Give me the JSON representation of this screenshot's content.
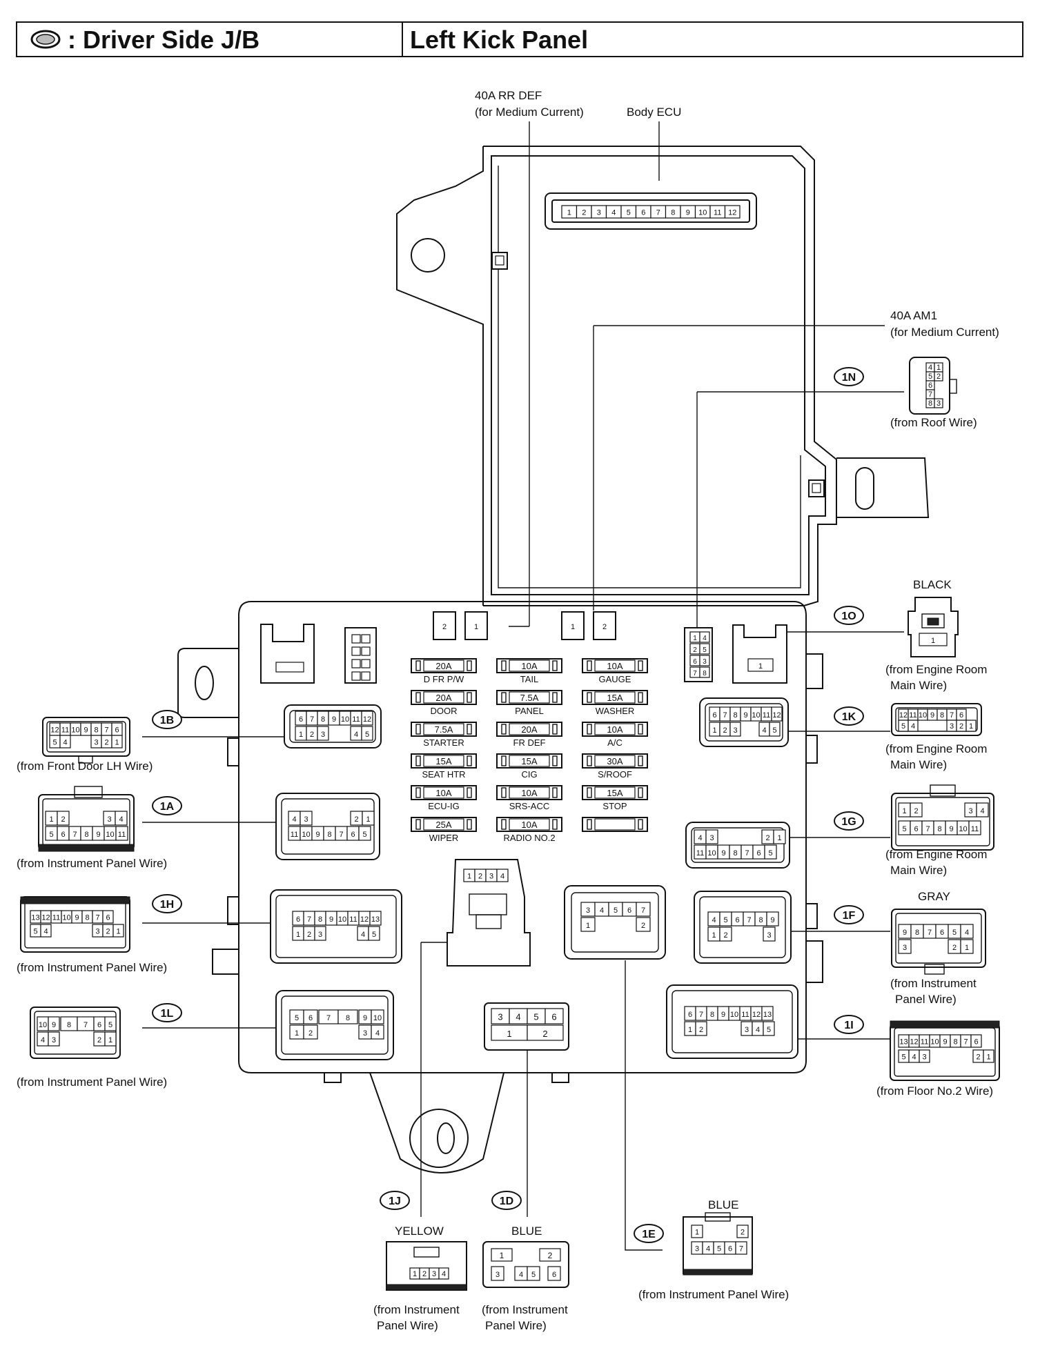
{
  "header": {
    "symbol": "◯",
    "left_title": ": Driver Side J/B",
    "right_title": "Left Kick Panel"
  },
  "callouts": {
    "rr_def": {
      "line1": "40A RR DEF",
      "line2": "(for Medium Current)"
    },
    "body_ecu": "Body ECU",
    "am1": {
      "line1": "40A AM1",
      "line2": "(for Medium Current)"
    }
  },
  "body_ecu_pins": [
    "1",
    "2",
    "3",
    "4",
    "5",
    "6",
    "7",
    "8",
    "9",
    "10",
    "11",
    "12"
  ],
  "relays": {
    "rr_def": [
      "2",
      "1"
    ],
    "am1": [
      "1",
      "2"
    ]
  },
  "fuses": [
    {
      "amp": "20A",
      "name": "D FR P/W"
    },
    {
      "amp": "10A",
      "name": "TAIL"
    },
    {
      "amp": "10A",
      "name": "GAUGE"
    },
    {
      "amp": "20A",
      "name": "DOOR"
    },
    {
      "amp": "7.5A",
      "name": "PANEL"
    },
    {
      "amp": "15A",
      "name": "WASHER"
    },
    {
      "amp": "7.5A",
      "name": "STARTER"
    },
    {
      "amp": "20A",
      "name": "FR DEF"
    },
    {
      "amp": "10A",
      "name": "A/C"
    },
    {
      "amp": "15A",
      "name": "SEAT HTR"
    },
    {
      "amp": "15A",
      "name": "CIG"
    },
    {
      "amp": "30A",
      "name": "S/ROOF"
    },
    {
      "amp": "10A",
      "name": "ECU-IG"
    },
    {
      "amp": "10A",
      "name": "SRS-ACC"
    },
    {
      "amp": "15A",
      "name": "STOP"
    },
    {
      "amp": "25A",
      "name": "WIPER"
    },
    {
      "amp": "10A",
      "name": "RADIO NO.2"
    },
    {
      "amp": "",
      "name": ""
    }
  ],
  "connectors": {
    "1B": {
      "tag": "1B",
      "source": "(from Front Door LH Wire)",
      "top": [
        "12",
        "11",
        "10",
        "9",
        "8",
        "7",
        "6"
      ],
      "bottom": [
        "5",
        "4",
        "3",
        "2",
        "1"
      ]
    },
    "1A": {
      "tag": "1A",
      "source": "(from Instrument Panel Wire)",
      "top": [
        "1",
        "2",
        "3",
        "4"
      ],
      "bottom": [
        "5",
        "6",
        "7",
        "8",
        "9",
        "10",
        "11"
      ]
    },
    "1H": {
      "tag": "1H",
      "source": "(from Instrument Panel Wire)",
      "top": [
        "13",
        "12",
        "11",
        "10",
        "9",
        "8",
        "7",
        "6"
      ],
      "bottom": [
        "5",
        "4",
        "3",
        "2",
        "1"
      ]
    },
    "1L": {
      "tag": "1L",
      "source": "(from Instrument Panel Wire)",
      "top": [
        "10",
        "9",
        "8",
        "7",
        "6",
        "5"
      ],
      "bottom": [
        "4",
        "3",
        "2",
        "1"
      ]
    },
    "1N": {
      "tag": "1N",
      "source": "(from Roof Wire)",
      "pins": [
        "4",
        "1",
        "5",
        "2",
        "6",
        "7",
        "8",
        "3"
      ]
    },
    "1O": {
      "tag": "1O",
      "color": "BLACK",
      "source1": "(from Engine Room",
      "source2": "Main Wire)",
      "pins": [
        "1"
      ]
    },
    "1K": {
      "tag": "1K",
      "source1": "(from Engine Room",
      "source2": "Main Wire)",
      "top": [
        "12",
        "11",
        "10",
        "9",
        "8",
        "7",
        "6"
      ],
      "bottom": [
        "5",
        "4",
        "3",
        "2",
        "1"
      ]
    },
    "1G": {
      "tag": "1G",
      "source1": "(from Engine Room",
      "source2": "Main Wire)",
      "top": [
        "1",
        "2",
        "3",
        "4"
      ],
      "bottom": [
        "5",
        "6",
        "7",
        "8",
        "9",
        "10",
        "11"
      ]
    },
    "1F": {
      "tag": "1F",
      "color": "GRAY",
      "source1": "(from Instrument",
      "source2": "Panel Wire)",
      "top": [
        "9",
        "8",
        "7",
        "6",
        "5",
        "4"
      ],
      "bottom": [
        "3",
        "2",
        "1"
      ]
    },
    "1I": {
      "tag": "1I",
      "source": "(from Floor No.2 Wire)",
      "top": [
        "13",
        "12",
        "11",
        "10",
        "9",
        "8",
        "7",
        "6"
      ],
      "bottom": [
        "5",
        "4",
        "3",
        "2",
        "1"
      ]
    },
    "1J": {
      "tag": "1J",
      "color": "YELLOW",
      "source1": "(from Instrument",
      "source2": "Panel Wire)",
      "pins": [
        "1",
        "2",
        "3",
        "4"
      ]
    },
    "1D": {
      "tag": "1D",
      "color": "BLUE",
      "source1": "(from Instrument",
      "source2": "Panel Wire)",
      "pins": [
        "1",
        "2",
        "3",
        "4",
        "5",
        "6"
      ]
    },
    "1E": {
      "tag": "1E",
      "color": "BLUE",
      "source": "(from Instrument Panel Wire)",
      "pins": [
        "1",
        "2",
        "3",
        "4",
        "5",
        "6",
        "7"
      ]
    }
  },
  "jb_sockets": {
    "s1B": {
      "top": [
        "6",
        "7",
        "8",
        "9",
        "10",
        "11",
        "12"
      ],
      "bottom": [
        "1",
        "2",
        "3",
        "4",
        "5"
      ]
    },
    "s1A": {
      "top": [
        "4",
        "3",
        "2",
        "1"
      ],
      "bottom": [
        "11",
        "10",
        "9",
        "8",
        "7",
        "6",
        "5"
      ]
    },
    "s1H": {
      "top": [
        "6",
        "7",
        "8",
        "9",
        "10",
        "11",
        "12",
        "13"
      ],
      "bottom": [
        "1",
        "2",
        "3",
        "4",
        "5"
      ]
    },
    "s1L": {
      "top": [
        "5",
        "6",
        "7",
        "8",
        "9",
        "10"
      ],
      "bottom": [
        "1",
        "2",
        "3",
        "4"
      ]
    },
    "s1J": {
      "pins": [
        "1",
        "2",
        "3",
        "4"
      ]
    },
    "s1D": {
      "top": [
        "3",
        "4",
        "5",
        "6"
      ],
      "bottom": [
        "1",
        "2"
      ]
    },
    "s1E": {
      "top": [
        "3",
        "4",
        "5",
        "6",
        "7"
      ],
      "bottom": [
        "1",
        "2"
      ]
    },
    "s1F": {
      "top": [
        "4",
        "5",
        "6",
        "7",
        "8",
        "9"
      ],
      "bottom": [
        "1",
        "2",
        "3"
      ]
    },
    "s1I": {
      "top": [
        "6",
        "7",
        "8",
        "9",
        "10",
        "11",
        "12",
        "13"
      ],
      "bottom": [
        "1",
        "2",
        "3",
        "4",
        "5"
      ]
    },
    "s1G": {
      "top": [
        "4",
        "3",
        "2",
        "1"
      ],
      "bottom": [
        "11",
        "10",
        "9",
        "8",
        "7",
        "6",
        "5"
      ]
    },
    "s1K": {
      "top": [
        "6",
        "7",
        "8",
        "9",
        "10",
        "11",
        "12"
      ],
      "bottom": [
        "1",
        "2",
        "3",
        "4",
        "5"
      ]
    },
    "s1N": {
      "pins": [
        "1",
        "4",
        "2",
        "5",
        "6",
        "3",
        "7",
        "8"
      ]
    },
    "s1O": {
      "pins": [
        "1"
      ]
    }
  }
}
